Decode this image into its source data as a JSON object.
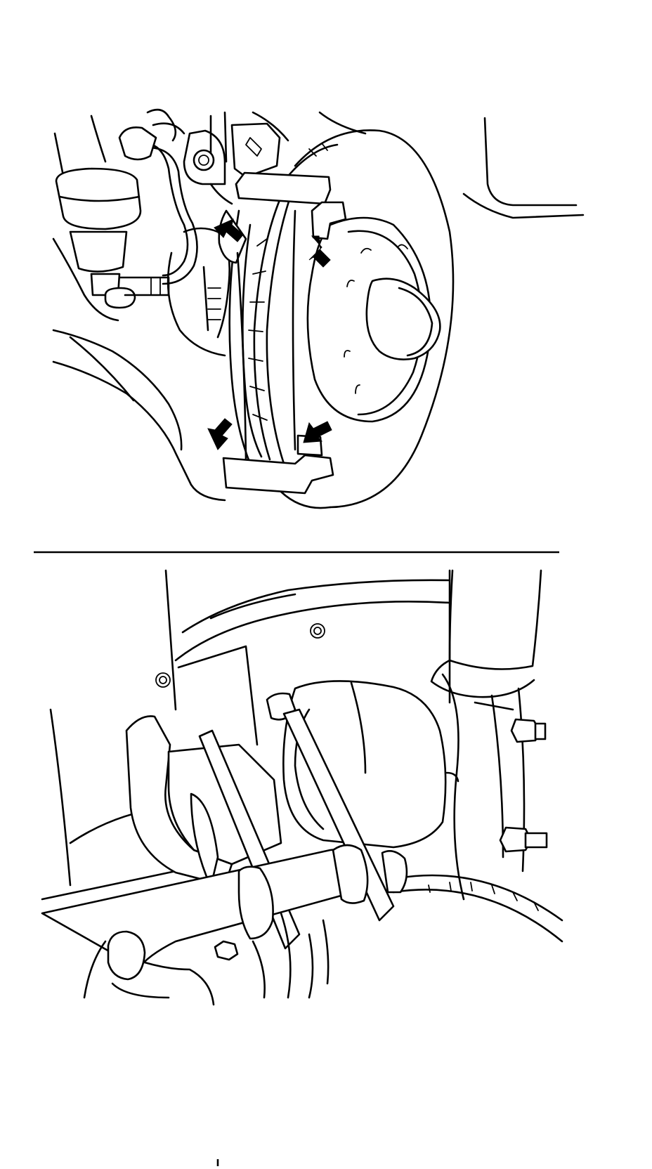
{
  "figure": {
    "panels": [
      {
        "id": "brake-caliper-bracket-view",
        "arrow_count": 4
      },
      {
        "id": "bushing-tool-view"
      }
    ],
    "colors": {
      "ink": "#000000",
      "paper": "#ffffff"
    }
  }
}
